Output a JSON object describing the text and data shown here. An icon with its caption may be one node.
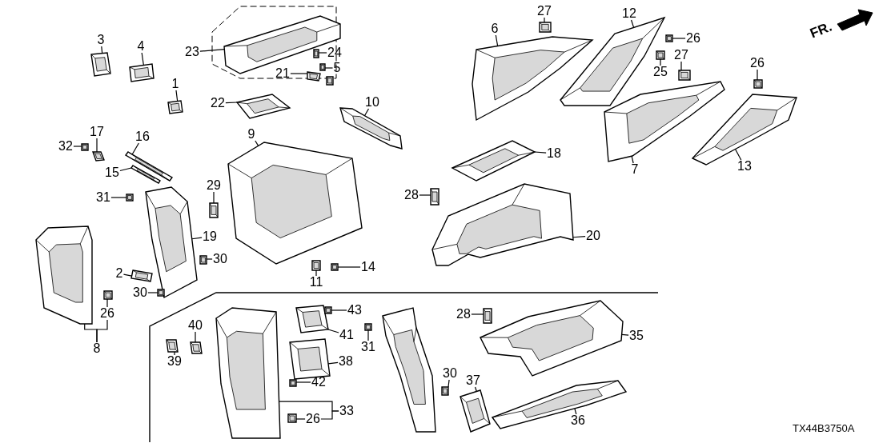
{
  "diagram": {
    "nodes": [
      {
        "text": [
          "3"
        ]
      },
      {
        "text": [
          "4"
        ]
      },
      {
        "text": [
          "1"
        ]
      },
      {
        "text": [
          "23"
        ]
      },
      {
        "text": [
          "24"
        ]
      },
      {
        "text": [
          "5"
        ]
      },
      {
        "text": [
          "21"
        ]
      },
      {
        "text": [
          "22"
        ]
      },
      {
        "text": [
          "10"
        ]
      },
      {
        "text": [
          "9"
        ]
      },
      {
        "text": [
          "17"
        ]
      },
      {
        "text": [
          "32"
        ]
      },
      {
        "text": [
          "16"
        ]
      },
      {
        "text": [
          "15"
        ]
      },
      {
        "text": [
          "31"
        ]
      },
      {
        "text": [
          "29"
        ]
      },
      {
        "text": [
          "19"
        ]
      },
      {
        "text": [
          "30"
        ]
      },
      {
        "text": [
          "2"
        ]
      },
      {
        "text": [
          "30"
        ]
      },
      {
        "text": [
          "11"
        ]
      },
      {
        "text": [
          "14"
        ]
      },
      {
        "text": [
          "26"
        ]
      },
      {
        "text": [
          "8"
        ]
      },
      {
        "text": [
          "6"
        ]
      },
      {
        "text": [
          "27"
        ]
      },
      {
        "text": [
          "12"
        ]
      },
      {
        "text": [
          "26"
        ]
      },
      {
        "text": [
          "27"
        ]
      },
      {
        "text": [
          "25"
        ]
      },
      {
        "text": [
          "26"
        ]
      },
      {
        "text": [
          "18"
        ]
      },
      {
        "text": [
          "13"
        ]
      },
      {
        "text": [
          "7"
        ]
      },
      {
        "text": [
          "28"
        ]
      },
      {
        "text": [
          "20"
        ]
      },
      {
        "text": [
          "43"
        ]
      },
      {
        "text": [
          "40"
        ]
      },
      {
        "text": [
          "41"
        ]
      },
      {
        "text": [
          "39"
        ]
      },
      {
        "text": [
          "38"
        ]
      },
      {
        "text": [
          "31"
        ]
      },
      {
        "text": [
          "42"
        ]
      },
      {
        "text": [
          "30"
        ]
      },
      {
        "text": [
          "28"
        ]
      },
      {
        "text": [
          "35"
        ]
      },
      {
        "text": [
          "37"
        ]
      },
      {
        "text": [
          "26"
        ]
      },
      {
        "text": [
          "33"
        ]
      },
      {
        "text": [
          "36"
        ]
      },
      {
        "text": [],
        "shape": "picture"
      },
      {
        "text": [],
        "shape": "picture"
      },
      {
        "text": [],
        "shape": "picture"
      },
      {
        "text": [],
        "shape": "picture"
      },
      {
        "text": [],
        "shape": "picture"
      },
      {
        "text": [],
        "shape": "picture"
      },
      {
        "text": [],
        "shape": "picture"
      },
      {
        "text": [],
        "shape": "picture"
      },
      {
        "text": [],
        "shape": "picture"
      },
      {
        "text": [],
        "shape": "picture"
      },
      {
        "text": [],
        "shape": "picture"
      },
      {
        "text": [],
        "shape": "picture"
      },
      {
        "text": [],
        "shape": "picture"
      },
      {
        "text": [],
        "shape": "picture"
      },
      {
        "text": [],
        "shape": "picture"
      },
      {
        "text": [],
        "shape": "picture"
      },
      {
        "text": [],
        "shape": "picture"
      },
      {
        "text": [],
        "shape": "picture"
      },
      {
        "text": [],
        "shape": "picture"
      },
      {
        "text": [],
        "shape": "picture"
      },
      {
        "text": [],
        "shape": "picture"
      },
      {
        "text": [],
        "shape": "picture"
      },
      {
        "text": [],
        "shape": "picture"
      },
      {
        "text": [],
        "shape": "picture"
      },
      {
        "text": [],
        "shape": "picture"
      },
      {
        "text": [],
        "shape": "picture"
      },
      {
        "text": [],
        "shape": "picture"
      },
      {
        "text": [],
        "shape": "picture"
      },
      {
        "text": [],
        "shape": "picture"
      },
      {
        "text": [],
        "shape": "picture"
      },
      {
        "text": [],
        "shape": "picture"
      },
      {
        "text": [],
        "shape": "picture"
      },
      {
        "text": [],
        "shape": "picture"
      },
      {
        "text": [],
        "shape": "picture"
      },
      {
        "text": [],
        "shape": "picture"
      },
      {
        "text": [],
        "shape": "picture"
      },
      {
        "text": [],
        "shape": "picture"
      },
      {
        "text": [],
        "shape": "picture"
      },
      {
        "text": [],
        "shape": "picture"
      },
      {
        "text": [],
        "shape": "picture"
      },
      {
        "text": [],
        "shape": "picture"
      },
      {
        "text": [],
        "shape": "picture"
      },
      {
        "text": [],
        "shape": "picture"
      },
      {
        "text": [],
        "shape": "picture"
      },
      {
        "text": [],
        "shape": "picture"
      },
      {
        "text": [],
        "shape": "picture"
      },
      {
        "text": [],
        "shape": "picture"
      },
      {
        "text": [],
        "shape": "picture"
      },
      {
        "text": [],
        "shape": "picture"
      },
      {
        "text": [],
        "shape": "picture"
      },
      {
        "text": [],
        "shape": "picture"
      },
      {
        "text": [],
        "shape": "picture"
      }
    ],
    "edges": [
      {
        "from": 0,
        "to": 50,
        "arrow": "none"
      },
      {
        "from": 1,
        "to": 51,
        "arrow": "none"
      },
      {
        "from": 2,
        "to": 52,
        "arrow": "none"
      },
      {
        "from": 3,
        "to": 53,
        "arrow": "none"
      },
      {
        "from": 4,
        "to": 54,
        "arrow": "none"
      },
      {
        "from": 5,
        "to": 55,
        "arrow": "none"
      },
      {
        "from": 6,
        "to": 56,
        "arrow": "none"
      },
      {
        "from": 7,
        "to": 57,
        "arrow": "none"
      },
      {
        "from": 8,
        "to": 58,
        "arrow": "none"
      },
      {
        "from": 9,
        "to": 59,
        "arrow": "none"
      },
      {
        "from": 10,
        "to": 60,
        "arrow": "none"
      },
      {
        "from": 11,
        "to": 61,
        "arrow": "none"
      },
      {
        "from": 12,
        "to": 62,
        "arrow": "none"
      },
      {
        "from": 13,
        "to": 63,
        "arrow": "none"
      },
      {
        "from": 14,
        "to": 64,
        "arrow": "none"
      },
      {
        "from": 15,
        "to": 66,
        "arrow": "none"
      },
      {
        "from": 16,
        "to": 65,
        "arrow": "none"
      },
      {
        "from": 17,
        "to": 67,
        "arrow": "none"
      },
      {
        "from": 18,
        "to": 68,
        "arrow": "none"
      },
      {
        "from": 19,
        "to": 69,
        "arrow": "none"
      },
      {
        "from": 20,
        "to": 70,
        "arrow": "none"
      },
      {
        "from": 21,
        "to": 71,
        "arrow": "none"
      },
      {
        "from": 22,
        "to": 73,
        "arrow": "none"
      },
      {
        "from": 23,
        "to": 72,
        "arrow": "none"
      },
      {
        "from": 23,
        "to": 22,
        "arrow": "none"
      },
      {
        "from": 24,
        "to": 74,
        "arrow": "none"
      },
      {
        "from": 25,
        "to": 75,
        "arrow": "none"
      },
      {
        "from": 26,
        "to": 76,
        "arrow": "none"
      },
      {
        "from": 27,
        "to": 77,
        "arrow": "none"
      },
      {
        "from": 28,
        "to": 78,
        "arrow": "none"
      },
      {
        "from": 29,
        "to": 79,
        "arrow": "none"
      },
      {
        "from": 30,
        "to": 80,
        "arrow": "none"
      },
      {
        "from": 31,
        "to": 83,
        "arrow": "none"
      },
      {
        "from": 32,
        "to": 82,
        "arrow": "none"
      },
      {
        "from": 33,
        "to": 81,
        "arrow": "none"
      },
      {
        "from": 34,
        "to": 84,
        "arrow": "none"
      },
      {
        "from": 35,
        "to": 85,
        "arrow": "none"
      },
      {
        "from": 36,
        "to": 92,
        "arrow": "none"
      },
      {
        "from": 37,
        "to": 88,
        "arrow": "none"
      },
      {
        "from": 38,
        "to": 89,
        "arrow": "none"
      },
      {
        "from": 39,
        "to": 87,
        "arrow": "none"
      },
      {
        "from": 40,
        "to": 90,
        "arrow": "none"
      },
      {
        "from": 41,
        "to": 93,
        "arrow": "none"
      },
      {
        "from": 42,
        "to": 91,
        "arrow": "none"
      },
      {
        "from": 43,
        "to": 94,
        "arrow": "none"
      },
      {
        "from": 44,
        "to": 96,
        "arrow": "none"
      },
      {
        "from": 45,
        "to": 97,
        "arrow": "none"
      },
      {
        "from": 46,
        "to": 95,
        "arrow": "none"
      },
      {
        "from": 47,
        "to": 99,
        "arrow": "none"
      },
      {
        "from": 48,
        "to": 86,
        "arrow": "none"
      },
      {
        "from": 48,
        "to": 47,
        "arrow": "none"
      },
      {
        "from": 49,
        "to": 98,
        "arrow": "none"
      }
    ],
    "labels": [
      "FR.",
      "TX44B3750A"
    ]
  }
}
